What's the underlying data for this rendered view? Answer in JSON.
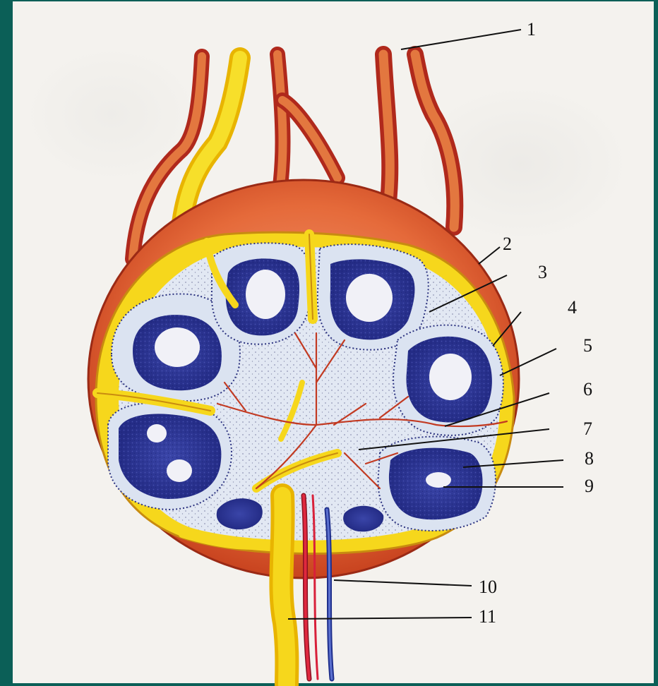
{
  "diagram": {
    "labels": [
      "1",
      "2",
      "3",
      "4",
      "5",
      "6",
      "7",
      "8",
      "9",
      "10",
      "11"
    ]
  },
  "colors": {
    "frame": "#0b5f57",
    "paper": "#f4f2ee",
    "capsule": "#d9552c",
    "trabecula_yellow": "#f5d21a",
    "follicle_blue": "#2b3494",
    "germinal_center": "#f2f2f6",
    "medulla": "#dfe6f2",
    "artery": "#d8203a",
    "vein": "#2c3fa0"
  }
}
